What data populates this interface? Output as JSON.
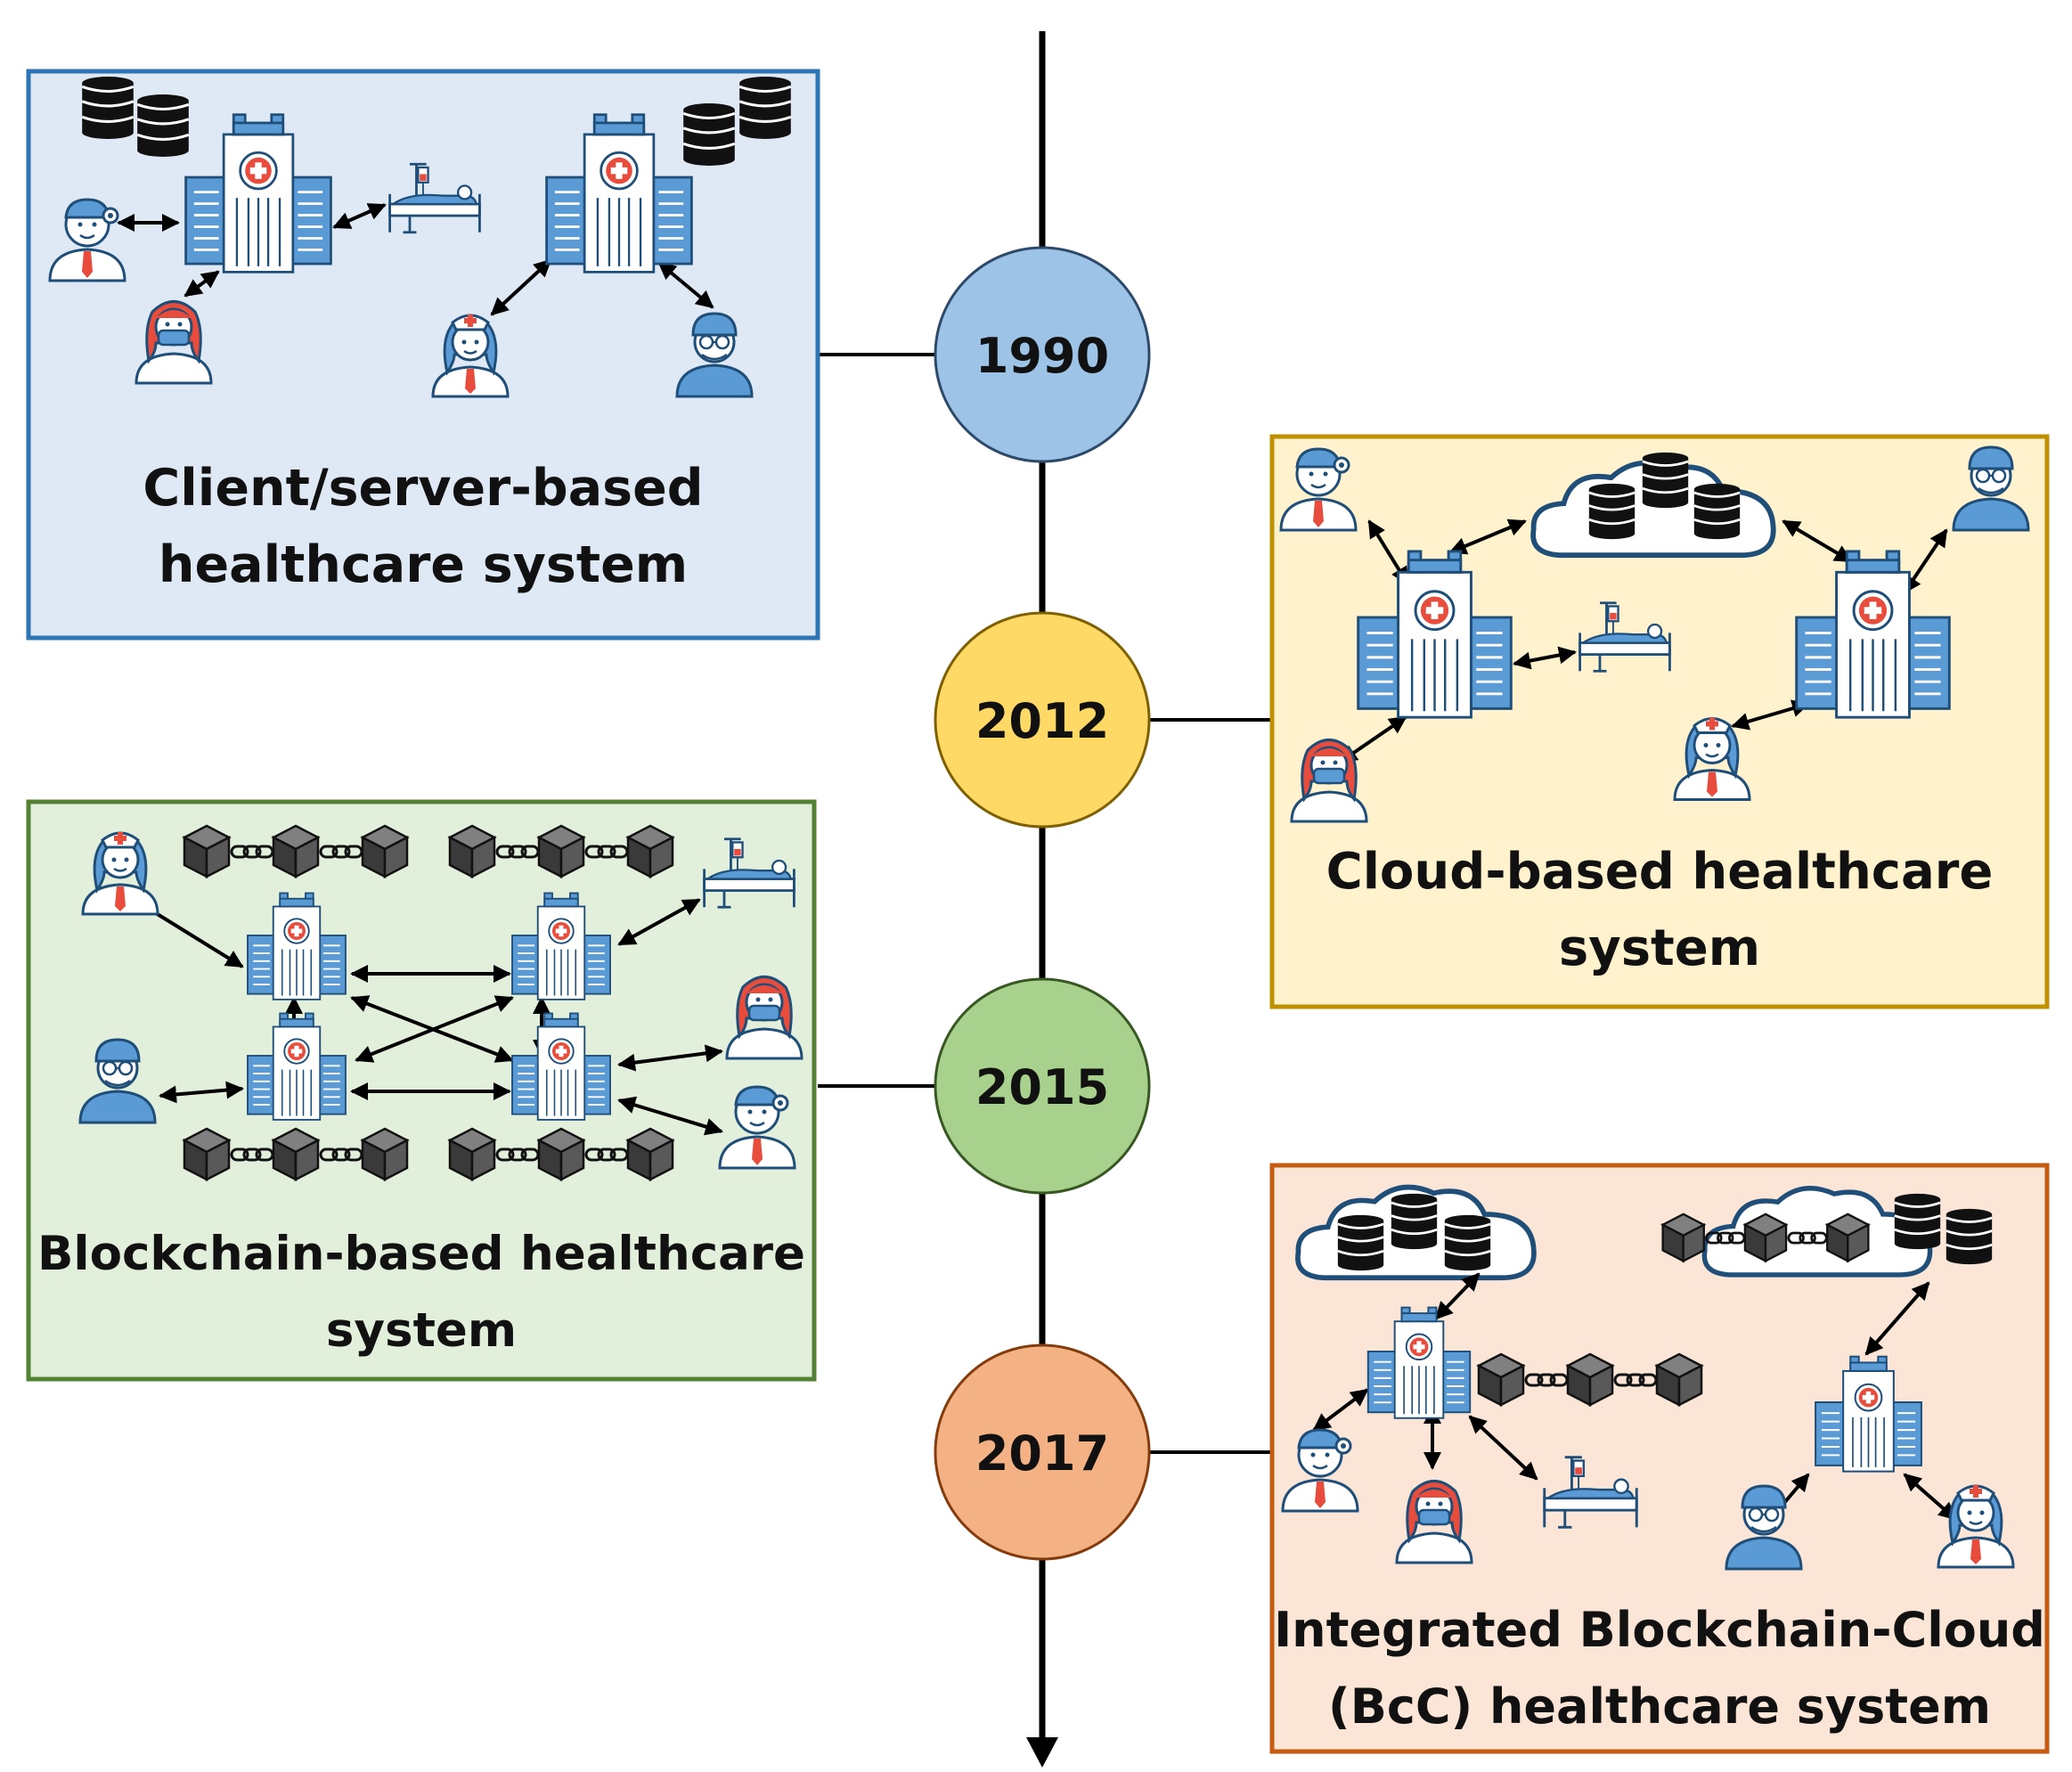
{
  "timeline": {
    "years": [
      "1990",
      "2012",
      "2015",
      "2017"
    ],
    "colors": [
      "#9dc3e6",
      "#ffd966",
      "#a9d18e",
      "#f4b183"
    ]
  },
  "panels": {
    "client_server": {
      "title_line1": "Client/server-based",
      "title_line2": "healthcare system",
      "fill": "#dfe9f5",
      "border": "#2e75b6"
    },
    "cloud": {
      "title_line1": "Cloud-based healthcare",
      "title_line2": "system",
      "fill": "#fff2cc",
      "border": "#bf9000"
    },
    "blockchain": {
      "title_line1": "Blockchain-based healthcare",
      "title_line2": "system",
      "fill": "#e2efda",
      "border": "#548235"
    },
    "bcc": {
      "title_line1": "Integrated Blockchain-Cloud",
      "title_line2": "(BcC) healthcare system",
      "fill": "#fbe5d6",
      "border": "#c55a11"
    }
  },
  "icons": {
    "hospital_color": "#5b9bd5",
    "database_color": "#111111",
    "block_color": "#595959",
    "cloud_border": "#1f4e79",
    "staff_red": "#e74c3c"
  }
}
